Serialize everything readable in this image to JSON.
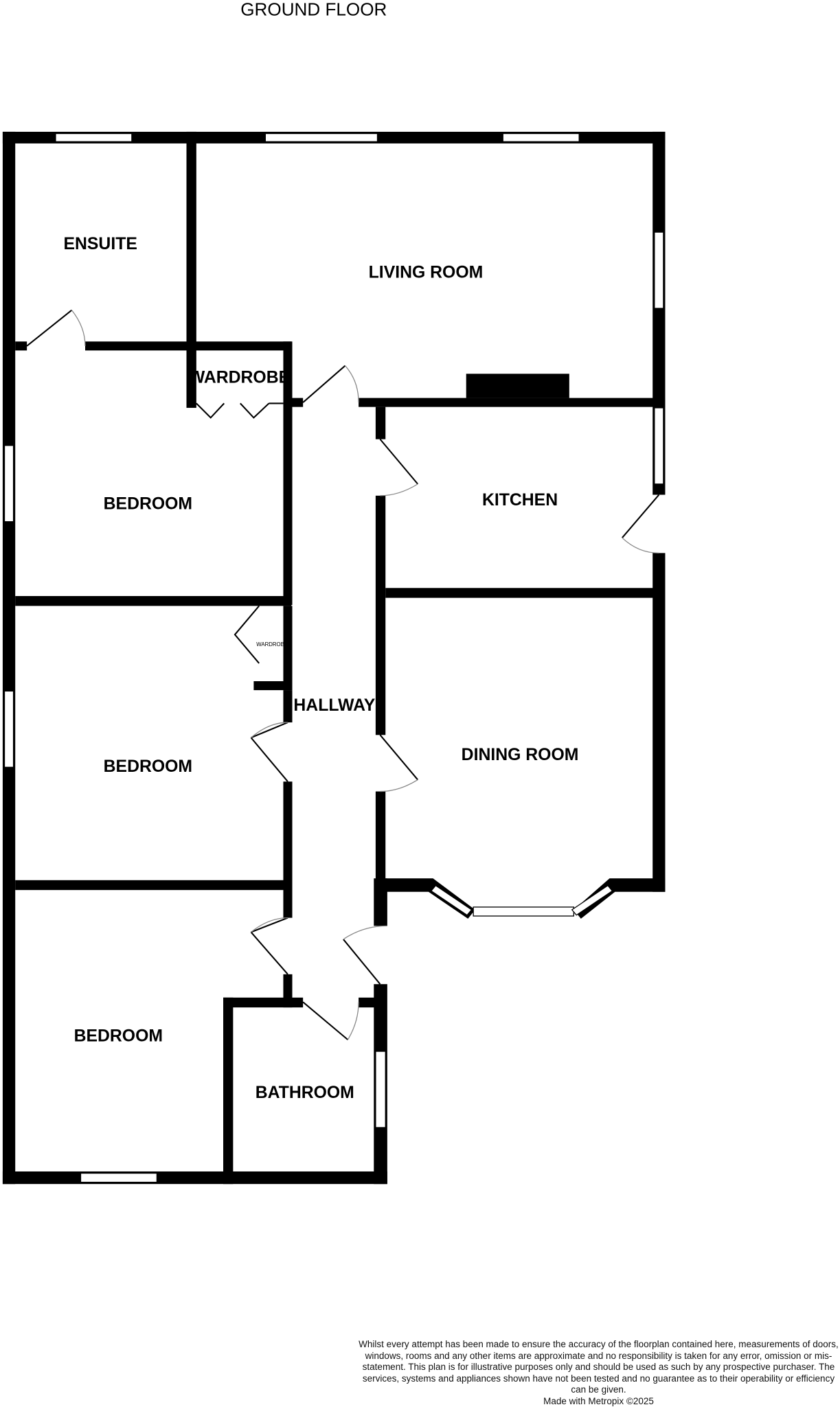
{
  "floor_title": "GROUND FLOOR",
  "rooms": {
    "ensuite": "ENSUITE",
    "living_room": "LIVING ROOM",
    "wardrobe_1": "WARDROBE",
    "wardrobe_2": "WARDROBE",
    "bedroom_1": "BEDROOM",
    "kitchen": "KITCHEN",
    "hallway": "HALLWAY",
    "bedroom_2": "BEDROOM",
    "dining_room": "DINING ROOM",
    "bedroom_3": "BEDROOM",
    "bathroom": "BATHROOM"
  },
  "disclaimer": "Whilst every attempt has been made to ensure the accuracy of the floorplan contained here, measurements of doors, windows, rooms and any other items are approximate and no responsibility is taken for any error, omission or mis-statement. This plan is for illustrative purposes only and should be used as such by any prospective purchaser. The services, systems and appliances shown have not been tested and no guarantee as to their operability or efficiency can be given.",
  "credit": "Made with Metropix ©2025"
}
